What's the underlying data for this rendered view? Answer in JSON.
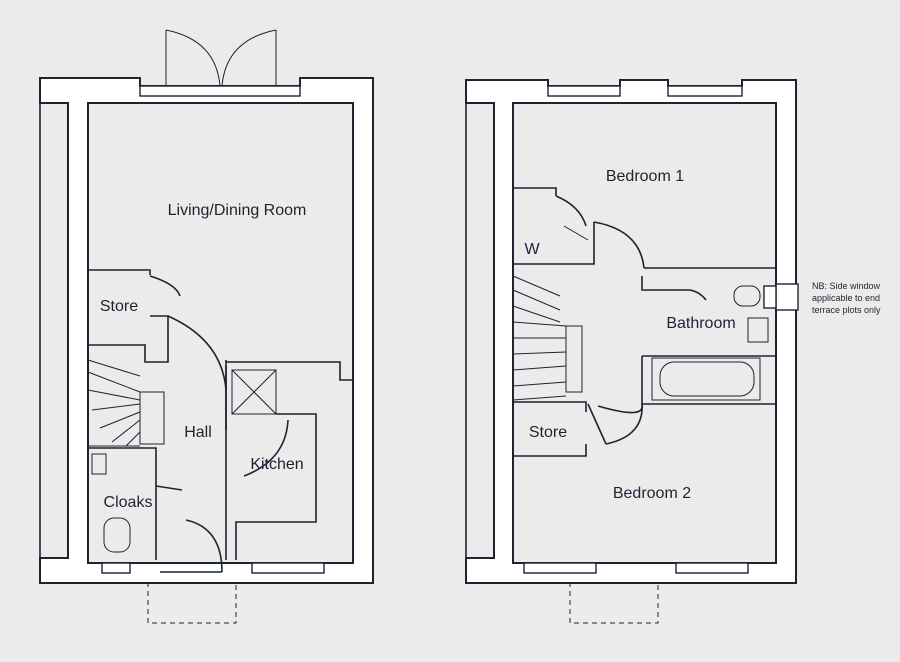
{
  "ground_floor": {
    "living": "Living/Dining Room",
    "store": "Store",
    "hall": "Hall",
    "kitchen": "Kitchen",
    "cloaks": "Cloaks"
  },
  "first_floor": {
    "bedroom1": "Bedroom 1",
    "wardrobe": "W",
    "bathroom": "Bathroom",
    "store": "Store",
    "bedroom2": "Bedroom 2"
  },
  "note": {
    "line1": "NB: Side window",
    "line2": "applicable to end",
    "line3": "terrace plots only"
  }
}
